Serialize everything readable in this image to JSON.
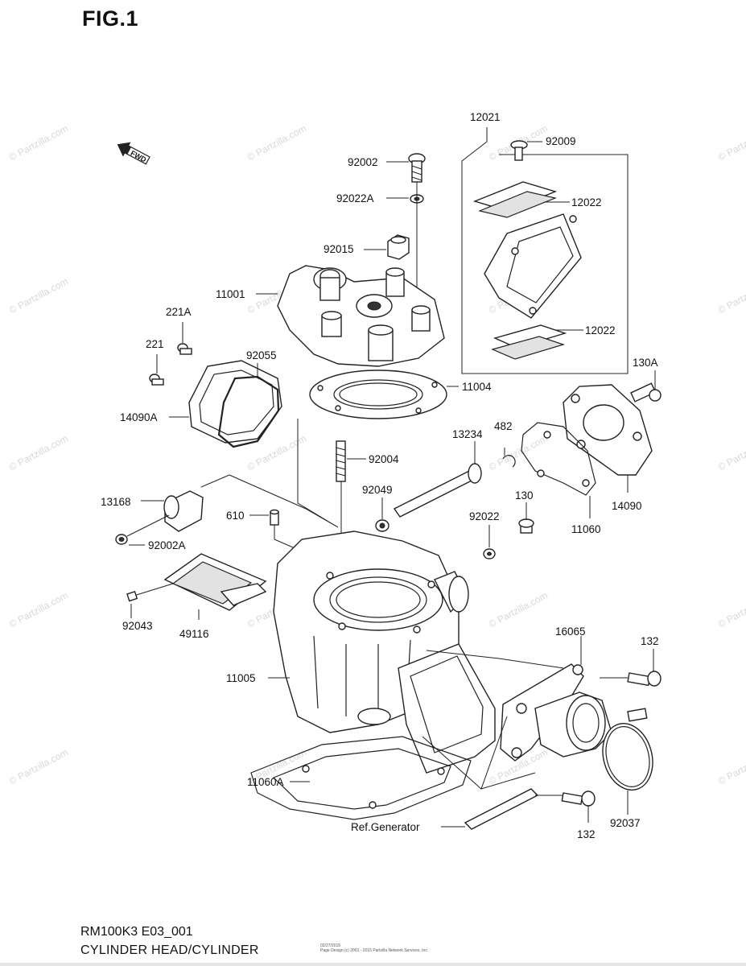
{
  "figure": {
    "title": "FIG.1",
    "model_code": "RM100K3 E03_001",
    "section_title": "CYLINDER HEAD/CYLINDER",
    "fwd_label": "FWD",
    "copyright_line1": "02/27/2015",
    "copyright_line2": "Page Design (c) 2001 - 2015 Partzilla Network Services, Inc."
  },
  "watermark": {
    "text": "© Partzilla.com"
  },
  "parts": {
    "p12021": "12021",
    "p92009": "92009",
    "p12022a": "12022",
    "p12022b": "12022",
    "p92002": "92002",
    "p92022a": "92022A",
    "p92015": "92015",
    "p11001": "11001",
    "p221a": "221A",
    "p221": "221",
    "p92055": "92055",
    "p11004": "11004",
    "p14090a": "14090A",
    "p130a": "130A",
    "p13234": "13234",
    "p482": "482",
    "p92004": "92004",
    "p92049": "92049",
    "p130": "130",
    "p14090": "14090",
    "p13168": "13168",
    "p610": "610",
    "p92022": "92022",
    "p11060": "11060",
    "p92002a": "92002A",
    "p92043": "92043",
    "p49116": "49116",
    "p16065": "16065",
    "p132a": "132",
    "p11005": "11005",
    "p11060a": "11060A",
    "p92037": "92037",
    "pref": "Ref.Generator",
    "p132b": "132"
  }
}
